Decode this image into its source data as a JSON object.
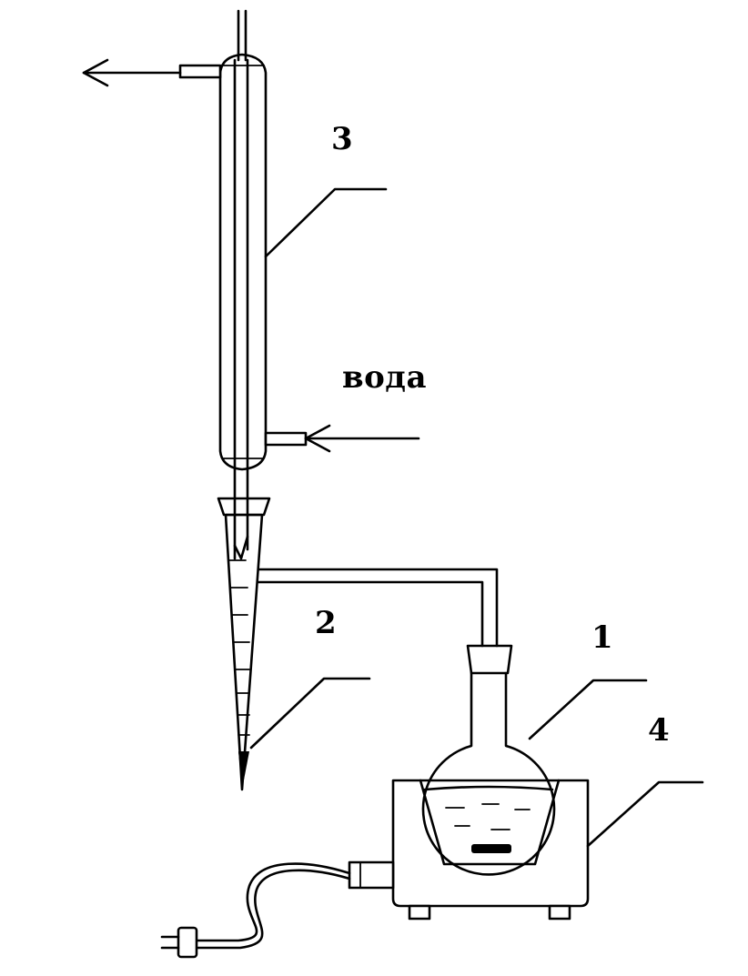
{
  "labels": {
    "flask": "1",
    "receiver": "2",
    "condenser": "3",
    "heater": "4",
    "water": "вода"
  }
}
